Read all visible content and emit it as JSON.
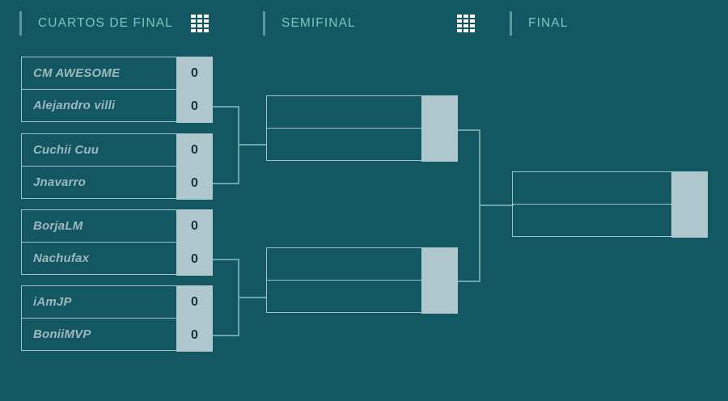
{
  "app": {
    "background_color": "#125761",
    "accent_color": "#7ec4c0",
    "score_panel_color": "#aec8ce",
    "line_color": "#9fc3c8"
  },
  "rounds": [
    {
      "label": "CUARTOS DE FINAL",
      "icon": "grid-icon",
      "has_icon": true
    },
    {
      "label": "SEMIFINAL",
      "icon": "grid-icon",
      "has_icon": true
    },
    {
      "label": "FINAL",
      "icon": "",
      "has_icon": false
    }
  ],
  "bracket": {
    "quarterfinals": [
      {
        "players": [
          {
            "name": "CM AWESOME",
            "score": "0"
          },
          {
            "name": "Alejandro villi",
            "score": "0"
          }
        ]
      },
      {
        "players": [
          {
            "name": "Cuchii Cuu",
            "score": "0"
          },
          {
            "name": "Jnavarro",
            "score": "0"
          }
        ]
      },
      {
        "players": [
          {
            "name": "BorjaLM",
            "score": "0"
          },
          {
            "name": "Nachufax",
            "score": "0"
          }
        ]
      },
      {
        "players": [
          {
            "name": "iAmJP",
            "score": "0"
          },
          {
            "name": "BoniiMVP",
            "score": "0"
          }
        ]
      }
    ],
    "semifinals": [
      {
        "players": [
          {
            "name": "",
            "score": ""
          },
          {
            "name": "",
            "score": ""
          }
        ]
      },
      {
        "players": [
          {
            "name": "",
            "score": ""
          },
          {
            "name": "",
            "score": ""
          }
        ]
      }
    ],
    "final": [
      {
        "players": [
          {
            "name": "",
            "score": ""
          },
          {
            "name": "",
            "score": ""
          }
        ]
      }
    ]
  }
}
